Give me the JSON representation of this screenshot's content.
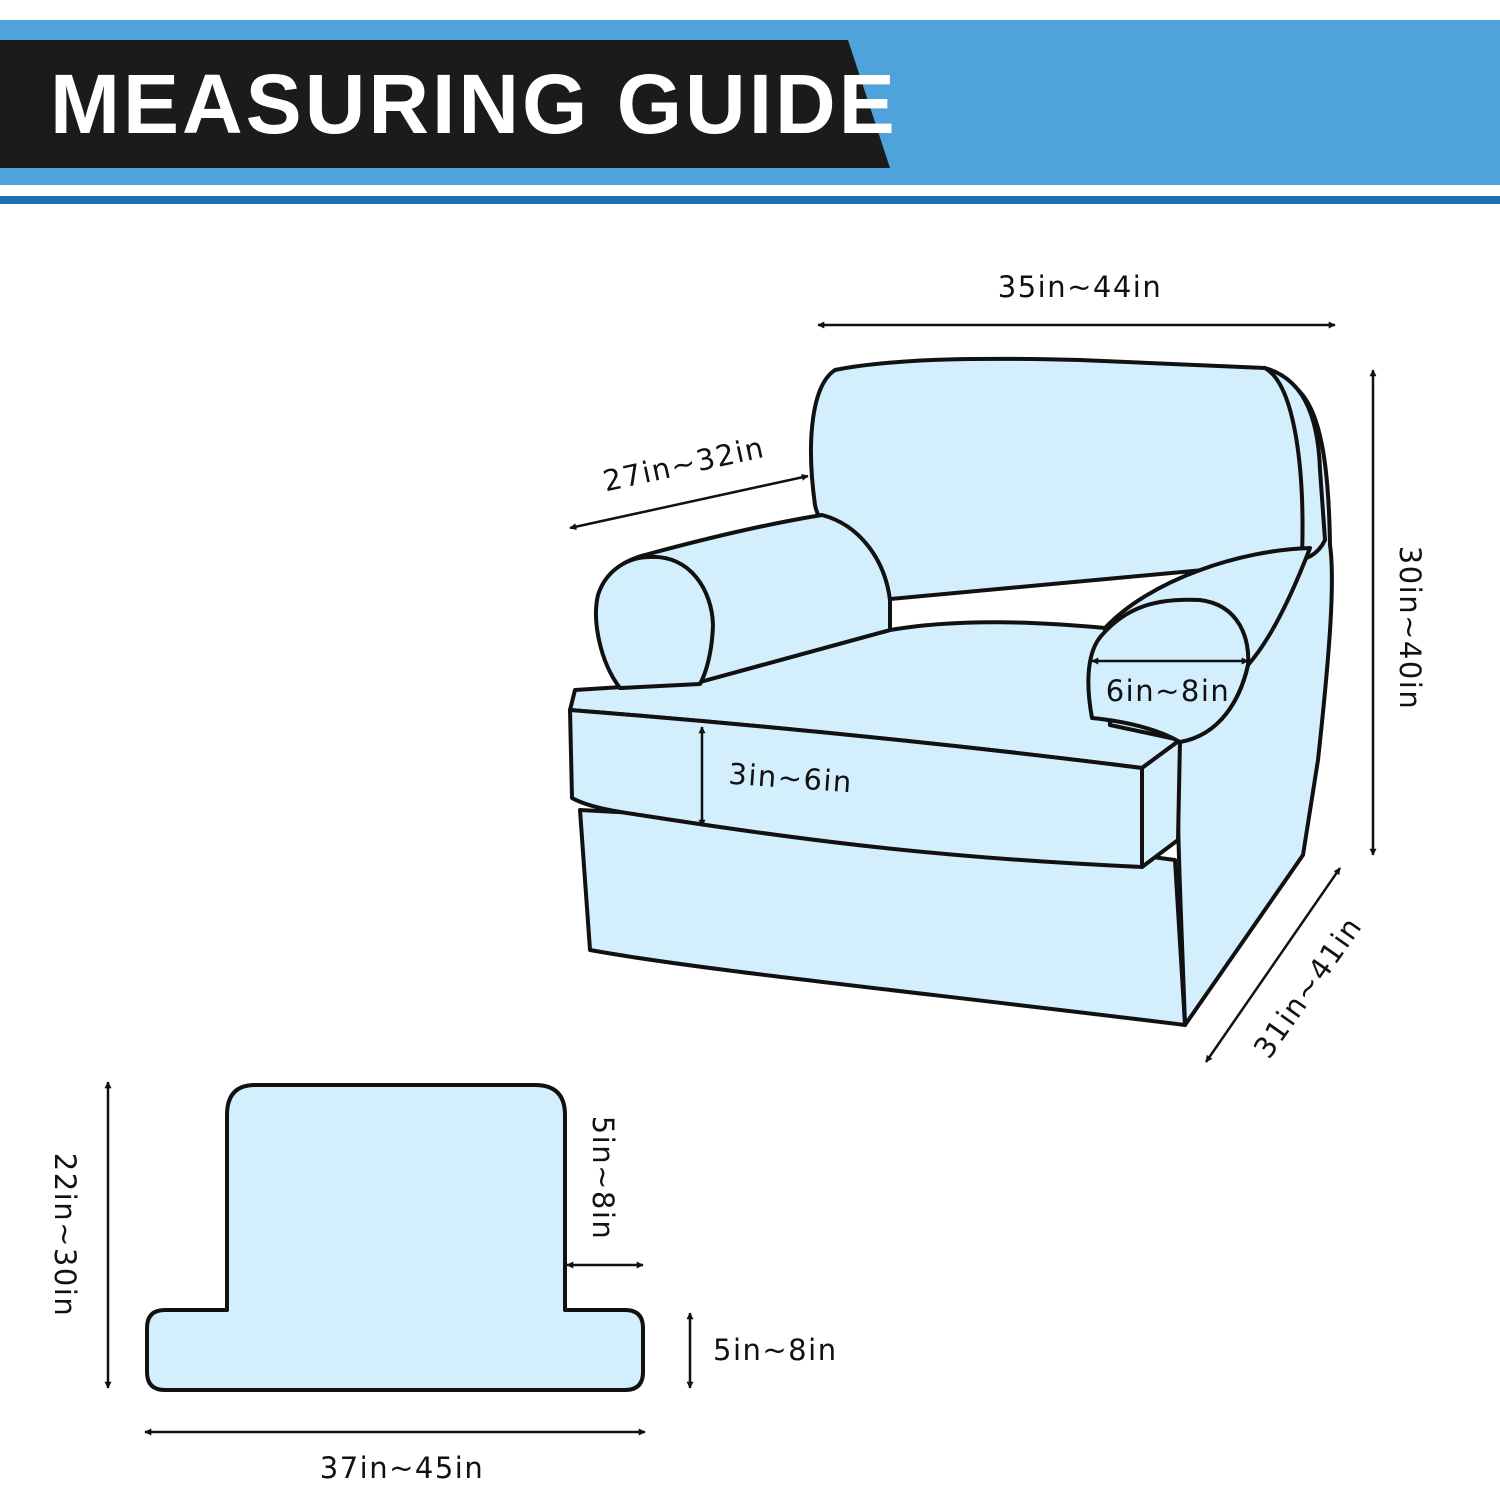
{
  "header": {
    "title": "MEASURING GUIDE",
    "colors": {
      "band": "#4fa3db",
      "plate": "#1b1b1b",
      "rule": "#1f6fae",
      "fill": "#d3eefd"
    }
  },
  "chair": {
    "back_width": "35in~44in",
    "arm_length": "27in~32in",
    "height": "30in~40in",
    "arm_width": "6in~8in",
    "cushion_thickness": "3in~6in",
    "depth": "31in~41in"
  },
  "cushion": {
    "height": "22in~30in",
    "wing_depth": "5in~8in",
    "wing_width": "5in~8in",
    "front_width": "37in~45in"
  }
}
